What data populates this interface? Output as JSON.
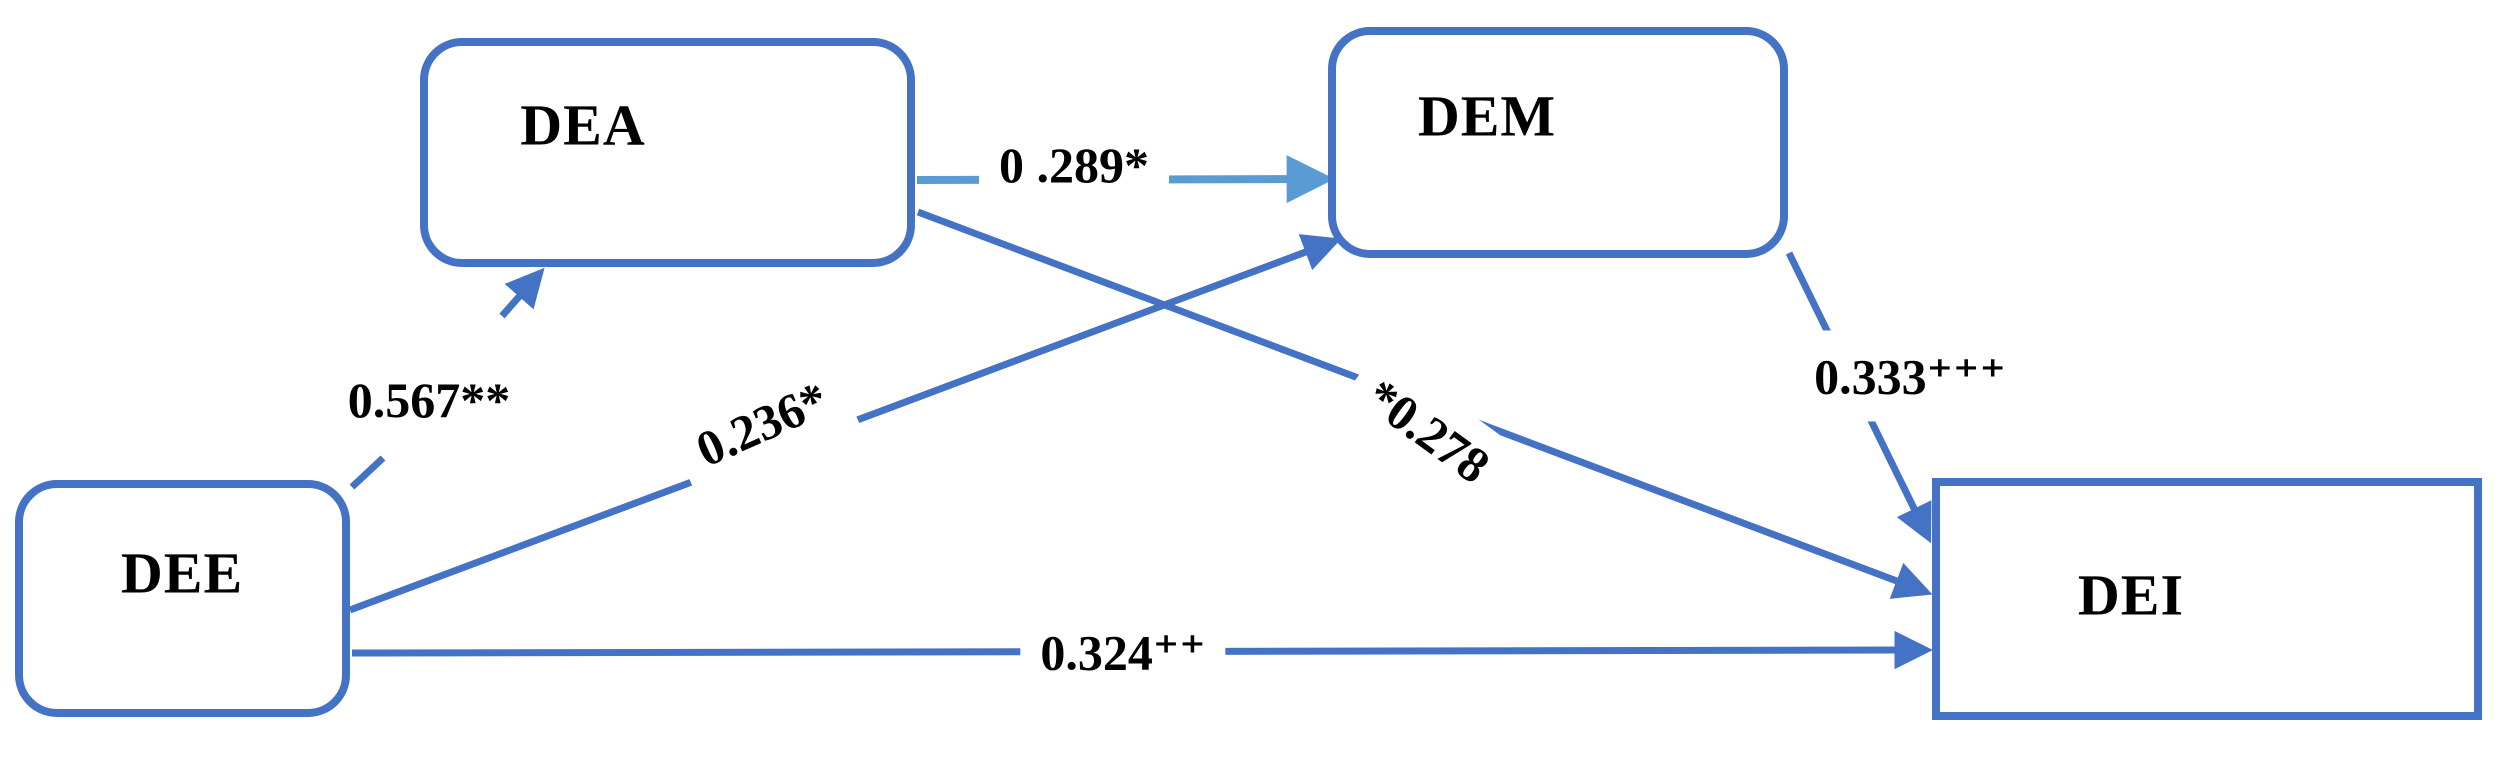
{
  "diagram": {
    "type": "path-model",
    "nodes": [
      {
        "id": "DEA",
        "label": "DEA",
        "shape": "rounded-rectangle"
      },
      {
        "id": "DEM",
        "label": "DEM",
        "shape": "rounded-rectangle"
      },
      {
        "id": "DEE",
        "label": "DEE",
        "shape": "rounded-rectangle"
      },
      {
        "id": "DEI",
        "label": "DEI",
        "shape": "rectangle"
      }
    ],
    "edges": [
      {
        "from": "DEE",
        "to": "DEA",
        "label": "0.567**"
      },
      {
        "from": "DEA",
        "to": "DEM",
        "label": "0 .289*"
      },
      {
        "from": "DEE",
        "to": "DEM",
        "label": "0.236*"
      },
      {
        "from": "DEA",
        "to": "DEI",
        "label": "*0.278"
      },
      {
        "from": "DEM",
        "to": "DEI",
        "label": "0.333⁺⁺⁺"
      },
      {
        "from": "DEE",
        "to": "DEI",
        "label": "0.324⁺⁺"
      }
    ],
    "colors": {
      "box_border": "#4472C4",
      "arrow_dark": "#4472C4",
      "arrow_light": "#5B9BD5",
      "text": "#000000",
      "background": "#FFFFFF"
    }
  }
}
